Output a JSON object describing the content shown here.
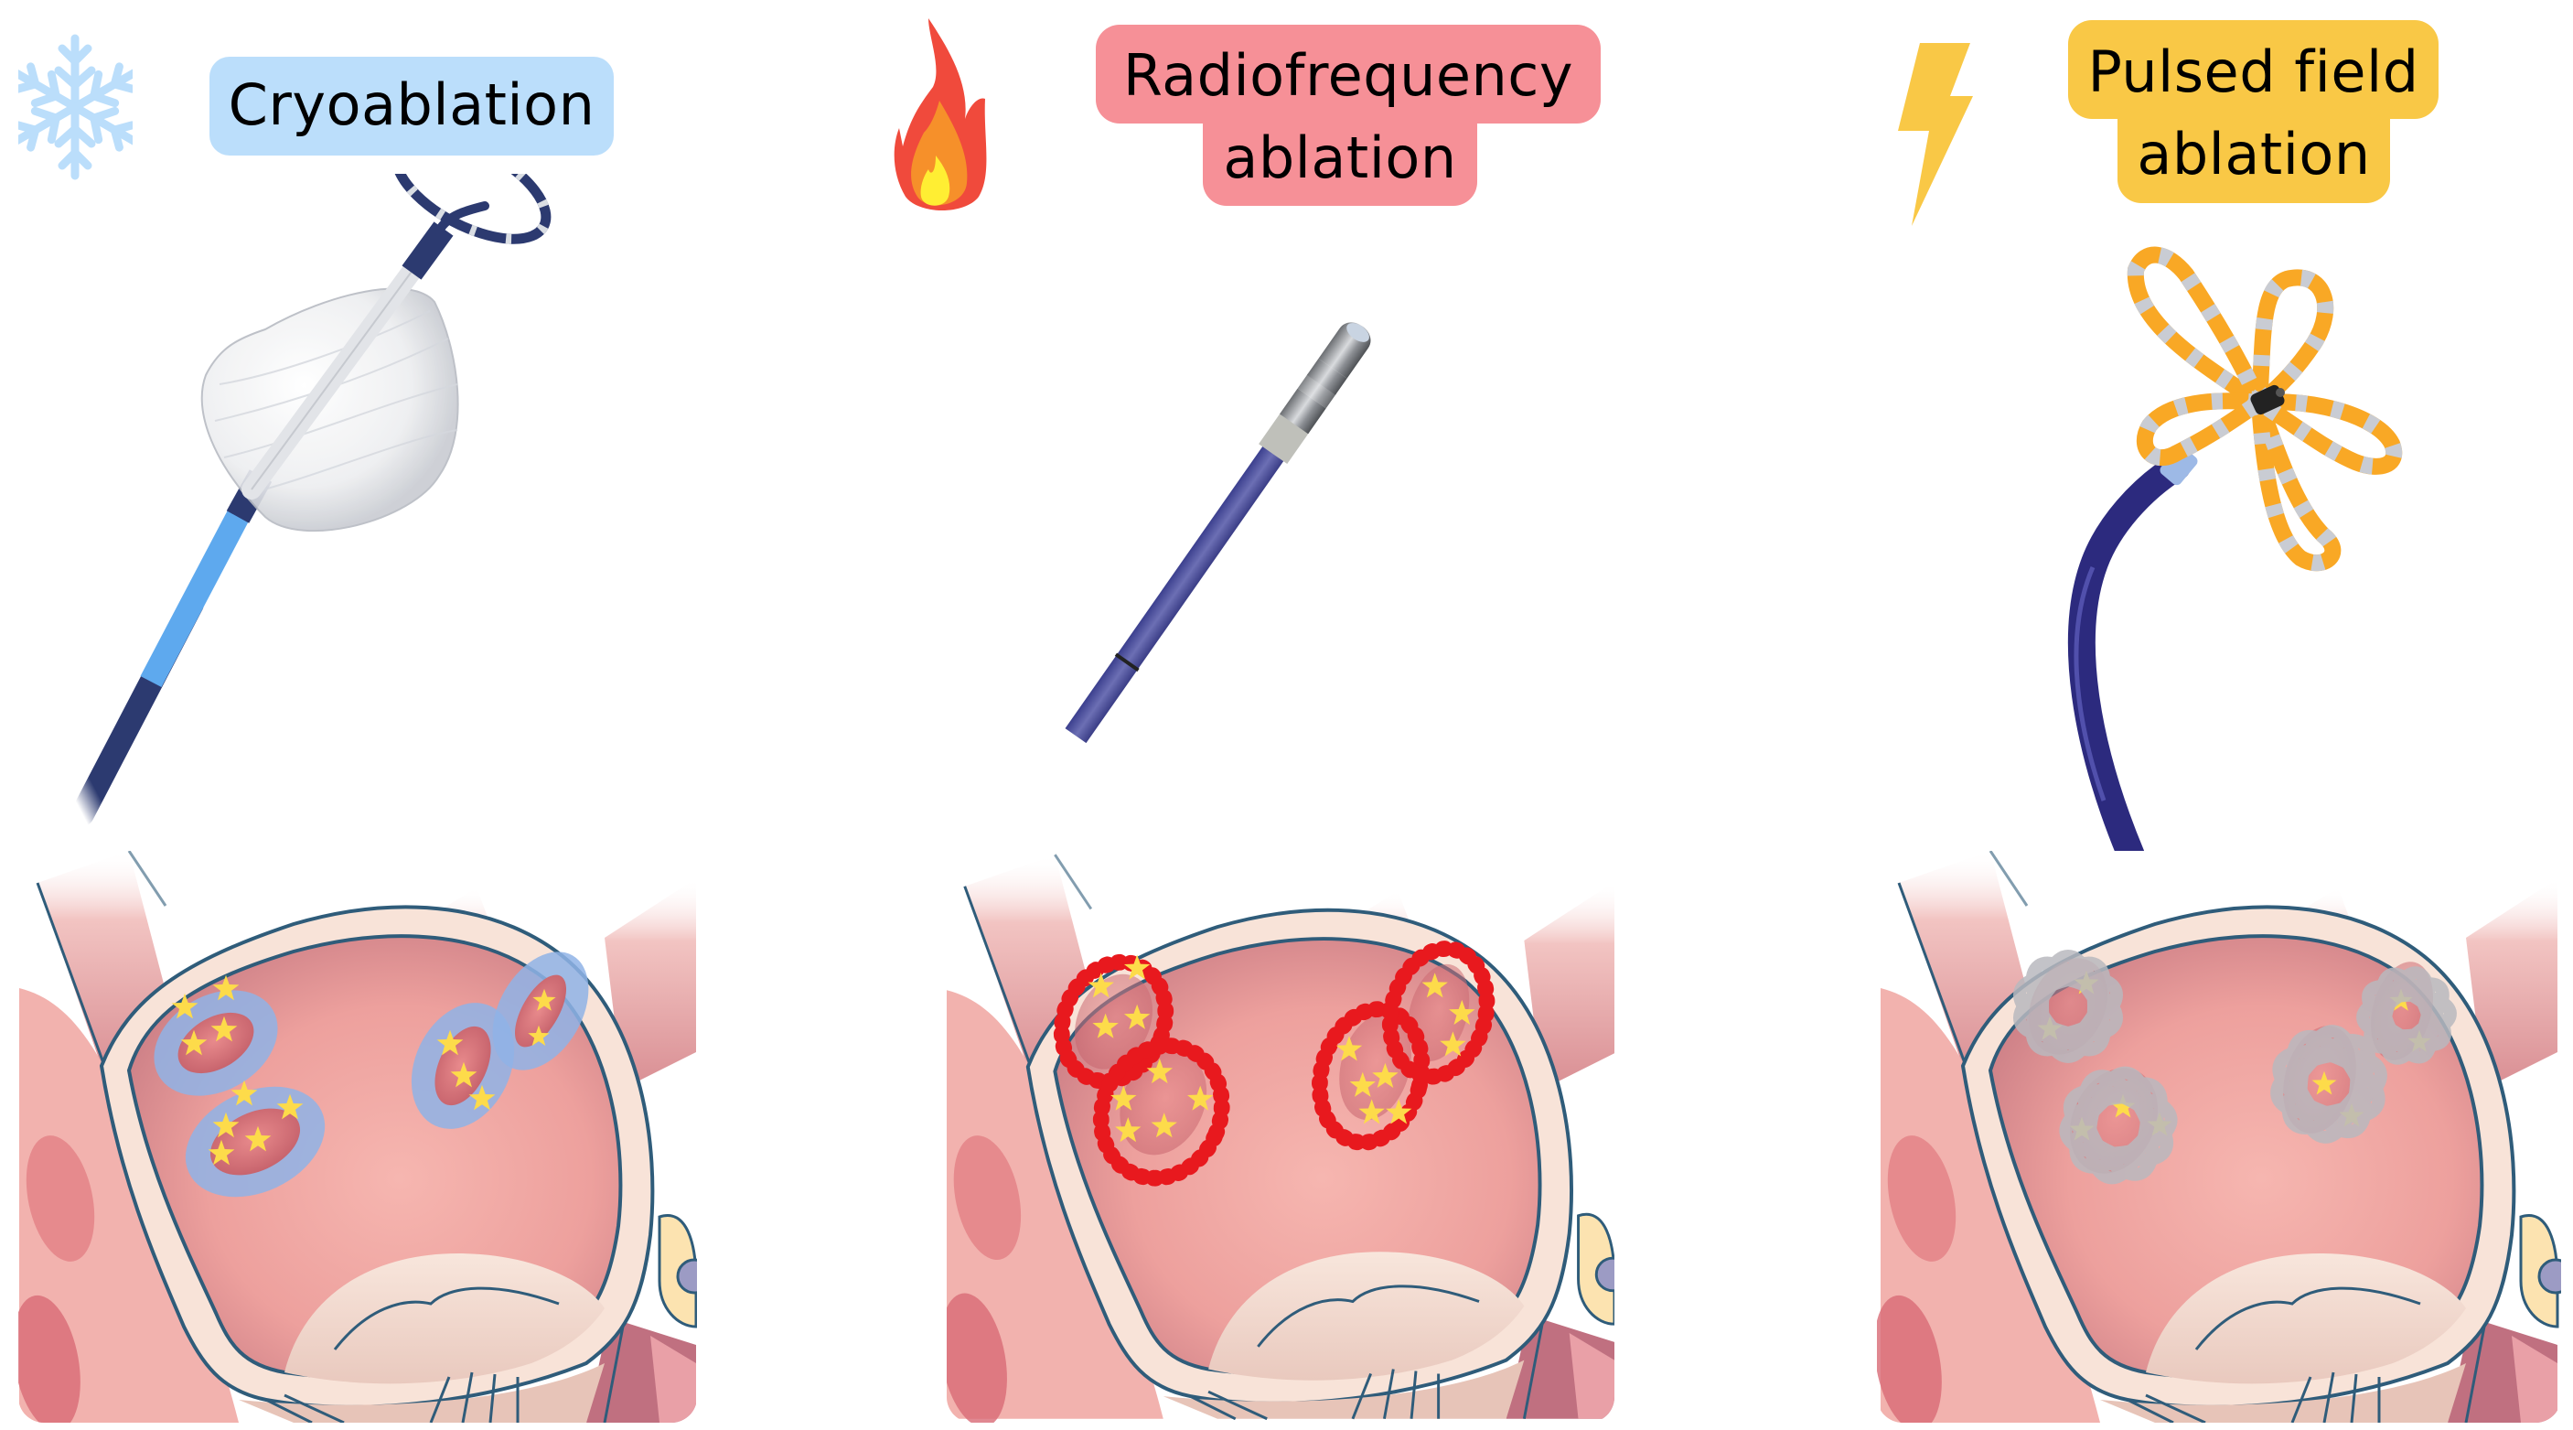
{
  "columns": [
    {
      "id": "cryo",
      "icon": "snowflake-icon",
      "label_lines": [
        "Cryoablation"
      ],
      "label_color": "#BBDEFB",
      "icon_color": "#BBDEFB",
      "device": "cryoballoon-catheter",
      "lesion_style": "blue halo rings with yellow stars",
      "lesion_color": "#8FB3E6"
    },
    {
      "id": "rf",
      "icon": "flame-icon",
      "label_lines": [
        "Radiofrequency",
        "ablation"
      ],
      "label_color": "#F69097",
      "icon_colors": [
        "#F04A3C",
        "#F6902A",
        "#FFEE33"
      ],
      "device": "radiofrequency-tip-catheter",
      "lesion_style": "red point-by-point dot rings with yellow stars",
      "lesion_color": "#E8191E"
    },
    {
      "id": "pfa",
      "icon": "lightning-bolt-icon",
      "label_lines": [
        "Pulsed field",
        "ablation"
      ],
      "label_color": "#F9C846",
      "icon_color": "#F9C846",
      "device": "pentaspline-pulsed-field-catheter",
      "lesion_style": "grey flower-shaped overlays with yellow stars",
      "lesion_color": "#B9B9BE"
    }
  ],
  "colors": {
    "heart_wall": "#F8E3D8",
    "heart_outline": "#2F5C7A",
    "atrium_inner": "#EFA6A2",
    "star": "#FDDB4A",
    "catheter_shaft": "#2C2E7A"
  }
}
